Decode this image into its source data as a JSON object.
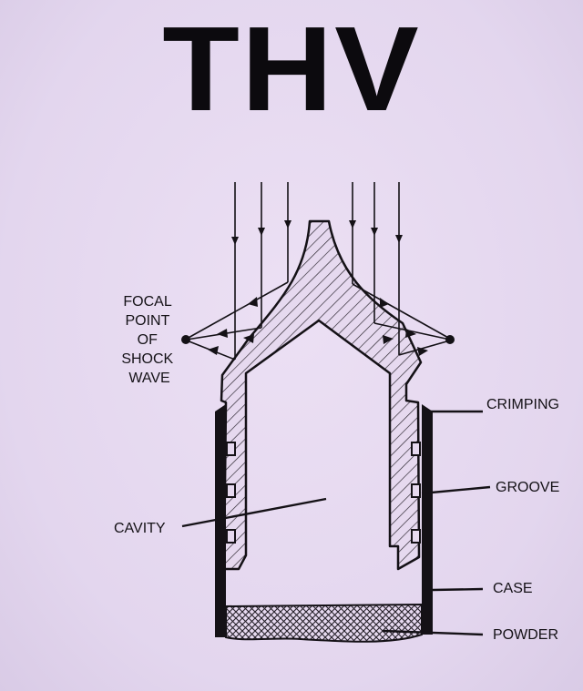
{
  "title": "THV",
  "labels": {
    "focal_point": [
      "FOCAL",
      "POINT",
      "OF",
      "SHOCK",
      "WAVE"
    ],
    "crimping": "CRIMPING",
    "groove": "GROOVE",
    "case": "CASE",
    "powder": "POWDER",
    "cavity": "CAVITY"
  },
  "colors": {
    "background": "#e6d9ef",
    "ink": "#141116"
  }
}
